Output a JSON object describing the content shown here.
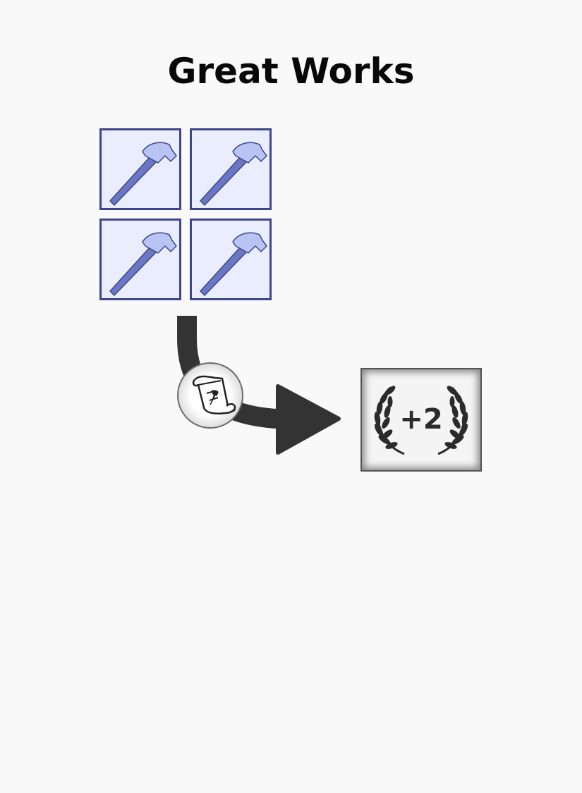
{
  "card": {
    "title": "Great Works"
  },
  "cost": {
    "resource": "hammer-icon",
    "quantity": 4,
    "tile_color": "#e9edfd",
    "tile_border": "#3e4689",
    "icon_color": "#6b77c4"
  },
  "conversion": {
    "token_icon": "scroll-icon",
    "arrow_color": "#333333"
  },
  "reward": {
    "icon": "laurel-wreath-icon",
    "value": "+2"
  }
}
